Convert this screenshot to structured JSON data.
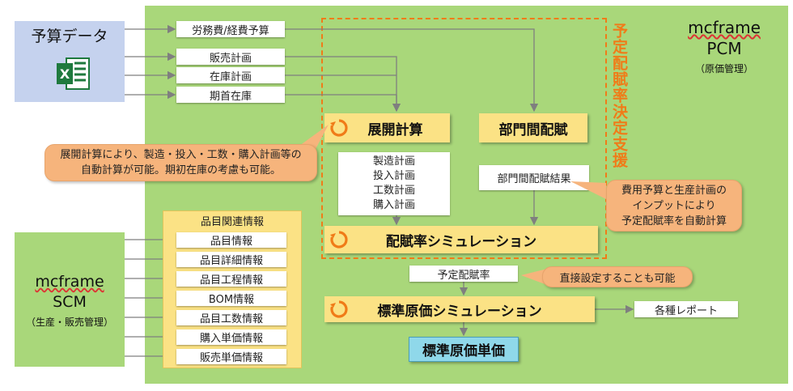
{
  "source_data": {
    "title": "予算データ",
    "icon": "excel-icon"
  },
  "pcm": {
    "title": "mcframe",
    "product": "PCM",
    "subtitle": "（原価管理）"
  },
  "scm": {
    "title": "mcframe",
    "product": "SCM",
    "subtitle": "（生産・販売管理）"
  },
  "inputs": [
    "労務費/経費予算",
    "販売計画",
    "在庫計画",
    "期首在庫"
  ],
  "nodes": {
    "tenkai": "展開計算",
    "bumon": "部門間配賦",
    "haifuritsu_sim": "配賦率シミュレーション",
    "hyojun_sim": "標準原価シミュレーション",
    "hyojun_tanka": "標準原価単価"
  },
  "tenkai_outputs": [
    "製造計画",
    "投入計画",
    "工数計画",
    "購入計画"
  ],
  "bumon_result": "部門間配賦結果",
  "yotei_haifuritsu": "予定配賦率",
  "report": "各種レポート",
  "dashed_label": "予定配賦率決定支援",
  "callouts": {
    "left": [
      "展開計算により、製造・投入・工数・購入計画等の",
      "自動計算が可能。期初在庫の考慮も可能。"
    ],
    "right": [
      "費用予算と生産計画の",
      "インプットにより",
      "予定配賦率を自動計算"
    ],
    "direct": "直接設定することも可能"
  },
  "item_group": {
    "header": "品目関連情報",
    "items": [
      "品目情報",
      "品目詳細情報",
      "品目工程情報",
      "BOM情報",
      "品目工数情報",
      "購入単価情報",
      "販売単価情報"
    ]
  },
  "colors": {
    "green": "#a9d77a",
    "blue": "#c5d2ee",
    "yellow": "#fbe285",
    "orange": "#f07b18",
    "callout": "#f6b47c",
    "cyan": "#8fd8ea"
  }
}
